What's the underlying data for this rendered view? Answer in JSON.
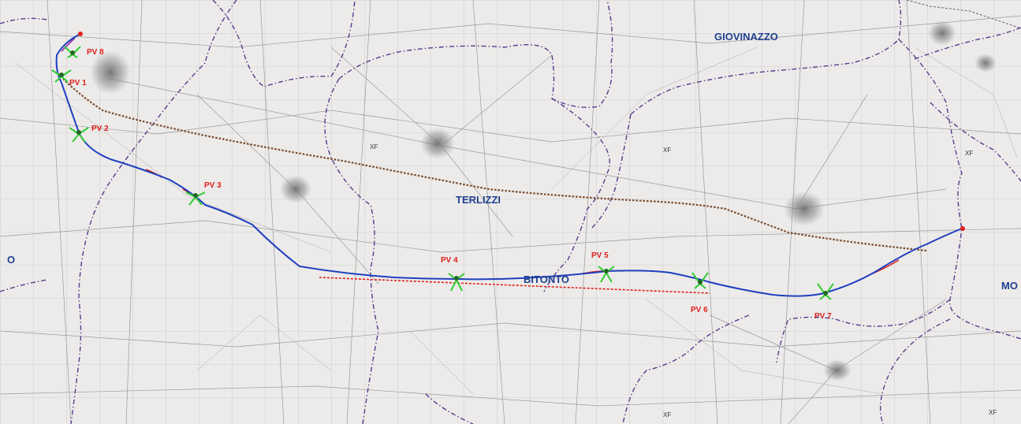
{
  "map": {
    "colors": {
      "background": "#ecebea",
      "route": "#1f3fbf",
      "route_variant": "#e0201a",
      "existing_line": "#7a4a2a",
      "boundary": "#5a3a8a",
      "town_label": "#1f3f8f",
      "pv_label": "#e0201a",
      "pv_marker": "#33cc33"
    },
    "town_labels": {
      "giovinazzo": "GIOVINAZZO",
      "terlizzi": "TERLIZZI",
      "bitonto": "BITONTO",
      "left_edge": "O",
      "right_edge": "MO"
    },
    "pv_labels": {
      "pv8": "PV 8",
      "pv1": "PV 1",
      "pv2": "PV 2",
      "pv3": "PV 3",
      "pv4": "PV 4",
      "pv5": "PV 5",
      "pv6": "PV 6",
      "pv7": "PV 7"
    },
    "xf_labels": {
      "xf1": "XF",
      "xf2": "XF",
      "xf3": "XF",
      "xf4": "XF",
      "xf5": "XF"
    }
  }
}
